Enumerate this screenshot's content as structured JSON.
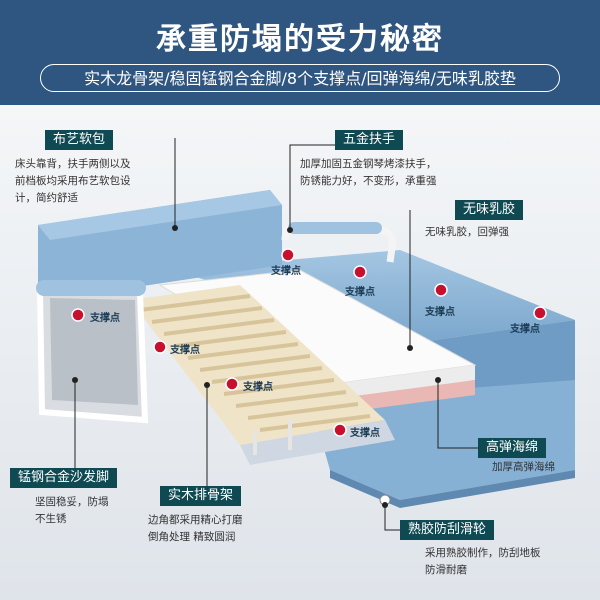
{
  "header": {
    "title": "承重防塌的受力秘密",
    "subtitle": "实木龙骨架/稳固锰钢合金脚/8个支撑点/回弹海绵/无味乳胶垫"
  },
  "callouts": [
    {
      "label": "布艺软包",
      "lines": [
        "床头靠背，扶手两侧以及",
        "前档板均采用布艺软包设",
        "计，简约舒适"
      ]
    },
    {
      "label": "五金扶手",
      "lines": [
        "加厚加固五金钢琴烤漆扶手，",
        "防锈能力好，不变形，承重强"
      ]
    },
    {
      "label": "无味乳胶",
      "lines": [
        "无味乳胶，回弹强"
      ]
    },
    {
      "label": "高弹海绵",
      "lines": [
        "加厚高弹海绵"
      ]
    },
    {
      "label": "锰钢合金沙发脚",
      "lines": [
        "坚固稳妥，防塌",
        "不生锈"
      ]
    },
    {
      "label": "实木排骨架",
      "lines": [
        "边角都采用精心打磨",
        "倒角处理  精致圆润"
      ]
    },
    {
      "label": "熟胶防刮滑轮",
      "lines": [
        "采用熟胶制作，防刮地板",
        "防滑耐磨"
      ]
    }
  ],
  "support_label": "支撑点",
  "colors": {
    "banner": "#2f5680",
    "label_bg": "#0f4a53",
    "support_dot": "#c8102e",
    "fabric": "#8fb6d6"
  }
}
